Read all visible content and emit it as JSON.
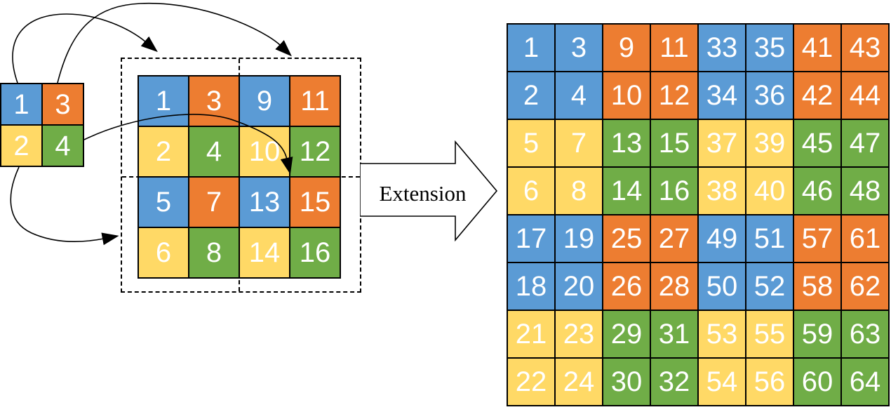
{
  "diagram": {
    "extension_label": "Extension"
  },
  "colors": {
    "blue": "#5B9BD5",
    "orange": "#ED7D31",
    "yellow": "#FFD966",
    "green": "#70AD47",
    "border": "#000000",
    "cell_text": "#FFFFFF",
    "background": "#FFFFFF"
  },
  "icons": {
    "curved_arrows": [
      "seed-to-top-left-quadrant-arrow",
      "seed-to-top-right-quadrant-arrow",
      "seed-to-grid-center-arrow",
      "seed-to-bottom-left-quadrant-arrow"
    ],
    "extension_arrow": "extension-block-arrow"
  },
  "grids": {
    "seed": {
      "name": "seed-grid",
      "rows": 2,
      "cols": 2,
      "values": [
        [
          1,
          3
        ],
        [
          2,
          4
        ]
      ],
      "cell_colors": [
        [
          "blue",
          "orange"
        ],
        [
          "yellow",
          "green"
        ]
      ]
    },
    "intermediate": {
      "name": "intermediate-grid",
      "rows": 4,
      "cols": 4,
      "values": [
        [
          1,
          3,
          9,
          11
        ],
        [
          2,
          4,
          10,
          12
        ],
        [
          5,
          7,
          13,
          15
        ],
        [
          6,
          8,
          14,
          16
        ]
      ],
      "cell_colors": [
        [
          "blue",
          "orange",
          "blue",
          "orange"
        ],
        [
          "yellow",
          "green",
          "yellow",
          "green"
        ],
        [
          "blue",
          "orange",
          "blue",
          "orange"
        ],
        [
          "yellow",
          "green",
          "yellow",
          "green"
        ]
      ]
    },
    "extended": {
      "name": "extended-grid",
      "rows": 8,
      "cols": 8,
      "values": [
        [
          1,
          3,
          9,
          11,
          33,
          35,
          41,
          43
        ],
        [
          2,
          4,
          10,
          12,
          34,
          36,
          42,
          44
        ],
        [
          5,
          7,
          13,
          15,
          37,
          39,
          45,
          47
        ],
        [
          6,
          8,
          14,
          16,
          38,
          40,
          46,
          48
        ],
        [
          17,
          19,
          25,
          27,
          49,
          51,
          57,
          61
        ],
        [
          18,
          20,
          26,
          28,
          50,
          52,
          58,
          62
        ],
        [
          21,
          23,
          29,
          31,
          53,
          55,
          59,
          63
        ],
        [
          22,
          24,
          30,
          32,
          54,
          56,
          60,
          64
        ]
      ],
      "cell_colors": [
        [
          "blue",
          "blue",
          "orange",
          "orange",
          "blue",
          "blue",
          "orange",
          "orange"
        ],
        [
          "blue",
          "blue",
          "orange",
          "orange",
          "blue",
          "blue",
          "orange",
          "orange"
        ],
        [
          "yellow",
          "yellow",
          "green",
          "green",
          "yellow",
          "yellow",
          "green",
          "green"
        ],
        [
          "yellow",
          "yellow",
          "green",
          "green",
          "yellow",
          "yellow",
          "green",
          "green"
        ],
        [
          "blue",
          "blue",
          "orange",
          "orange",
          "blue",
          "blue",
          "orange",
          "orange"
        ],
        [
          "blue",
          "blue",
          "orange",
          "orange",
          "blue",
          "blue",
          "orange",
          "orange"
        ],
        [
          "yellow",
          "yellow",
          "green",
          "green",
          "yellow",
          "yellow",
          "green",
          "green"
        ],
        [
          "yellow",
          "yellow",
          "green",
          "green",
          "yellow",
          "yellow",
          "green",
          "green"
        ]
      ]
    }
  }
}
